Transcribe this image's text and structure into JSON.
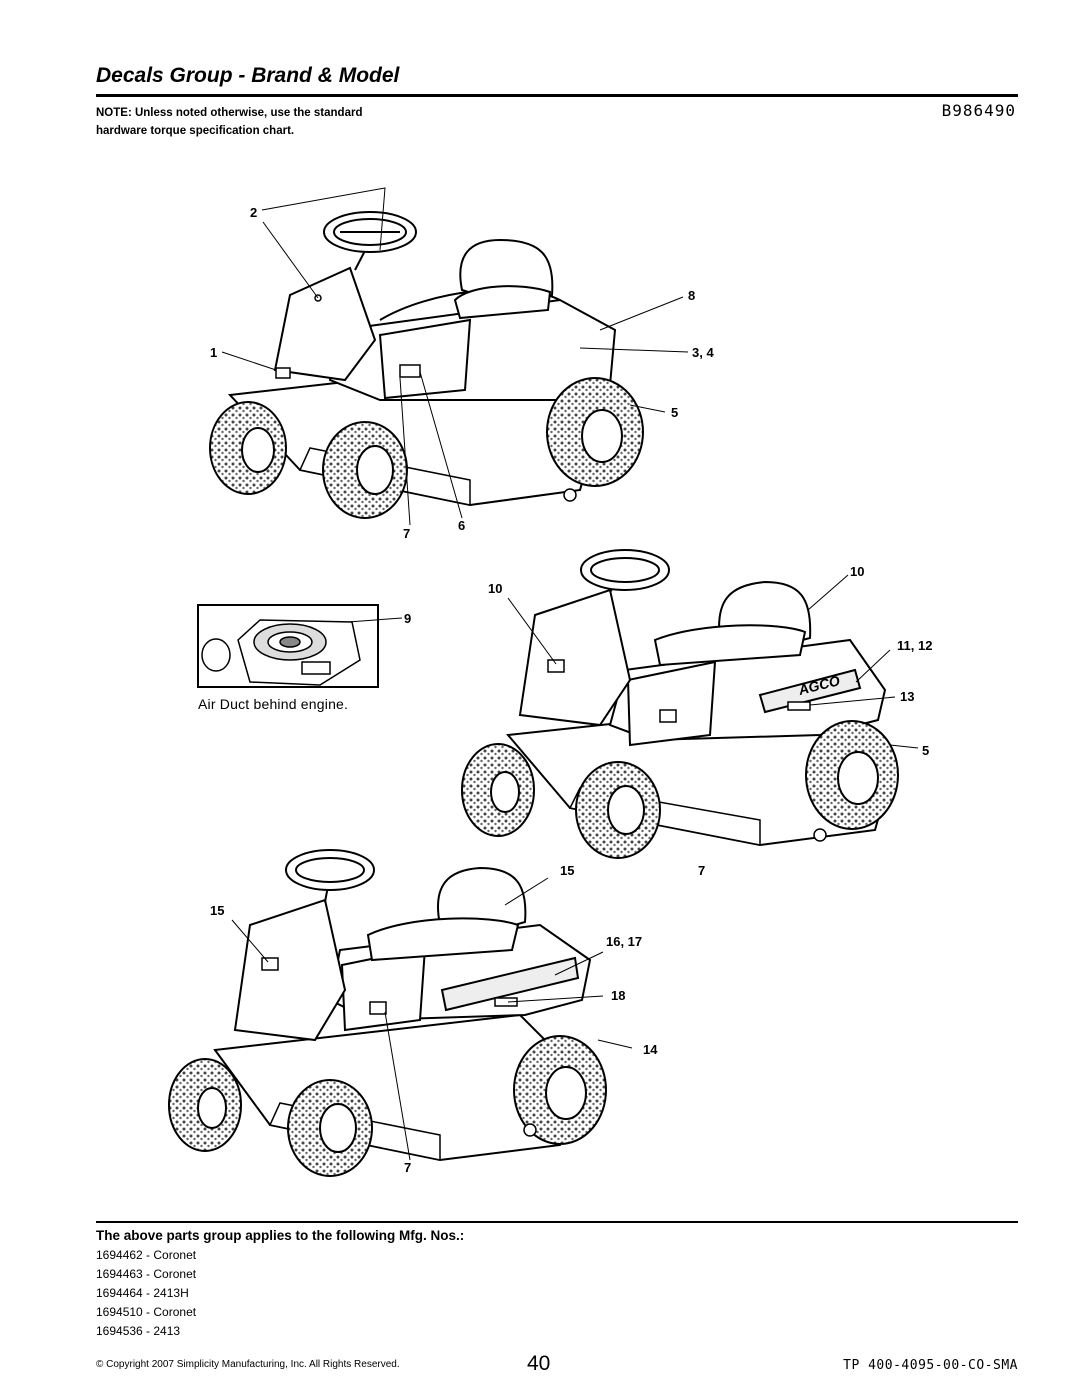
{
  "header": {
    "title": "Decals Group - Brand & Model",
    "ref_code": "B986490",
    "note": "NOTE: Unless noted otherwise, use the standard hardware torque specification chart."
  },
  "diagram": {
    "callouts": {
      "c2": "2",
      "c1": "1",
      "c8": "8",
      "c34": "3, 4",
      "c5a": "5",
      "c7a": "7",
      "c6": "6",
      "c9": "9",
      "c10a": "10",
      "c10b": "10",
      "c1112": "11, 12",
      "c13": "13",
      "c5b": "5",
      "c15a": "15",
      "c15b": "15",
      "c7b": "7",
      "c1617": "16, 17",
      "c18": "18",
      "c14": "14",
      "c7c": "7"
    },
    "inset_caption": "Air Duct behind engine.",
    "brand_text": "AGCO"
  },
  "applies": {
    "heading": "The above parts group applies to the following Mfg. Nos.:",
    "items": [
      "1694462 - Coronet",
      "1694463 - Coronet",
      "1694464 - 2413H",
      "1694510 - Coronet",
      "1694536 - 2413"
    ]
  },
  "footer": {
    "copyright": "© Copyright 2007 Simplicity Manufacturing, Inc. All Rights Reserved.",
    "page_number": "40",
    "doc_id": "TP 400-4095-00-CO-SMA"
  }
}
